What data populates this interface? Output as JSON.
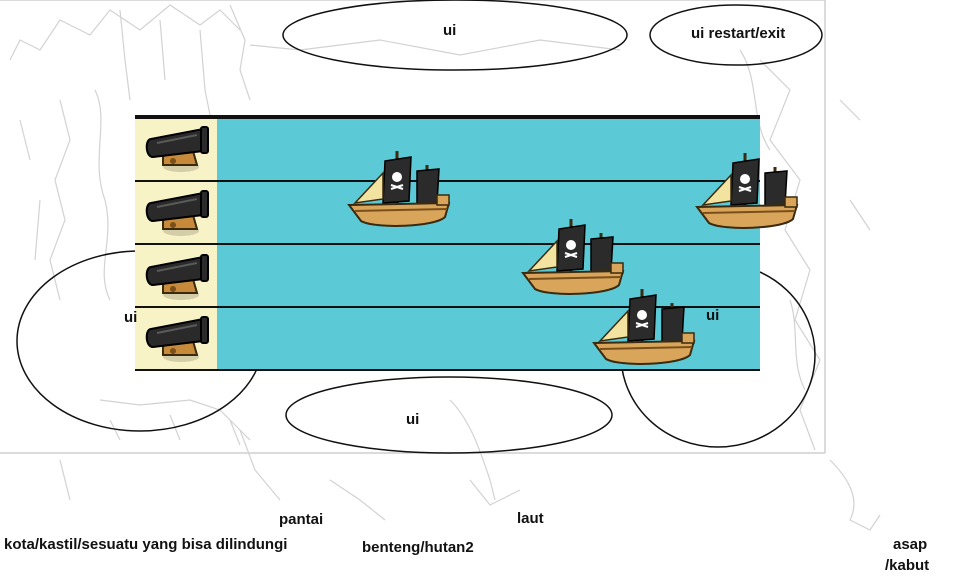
{
  "labels": {
    "ui_top": "ui",
    "ui_restart_exit": "ui restart/exit",
    "ui_left": "ui",
    "ui_right": "ui",
    "ui_bottom": "ui",
    "city": "kota/kastil/sesuatu yang bisa dilindungi",
    "beach": "pantai",
    "fortress": "benteng/hutan2",
    "sea": "laut",
    "smoke_line1": "asap",
    "smoke_line2": "/kabut"
  },
  "board": {
    "lanes": 4,
    "cannons_per_lane": [
      1,
      1,
      1,
      1
    ],
    "ships": [
      {
        "lane": 1,
        "count": 1
      },
      {
        "lane": 1,
        "count": 1
      },
      {
        "lane": 2,
        "count": 1
      },
      {
        "lane": 3,
        "count": 1
      }
    ]
  },
  "colors": {
    "sea": "#5ccad6",
    "beach": "#f8f3c6",
    "sketch_line": "#c8c8c8",
    "ink": "#111111",
    "cannon_body": "#2a2a2a",
    "cannon_mount": "#c78a3a",
    "ship_hull": "#d9a55a",
    "ship_sail": "#2b2b2b"
  },
  "icons": {
    "cannon": "cannon-icon",
    "ship": "pirate-ship-icon"
  }
}
